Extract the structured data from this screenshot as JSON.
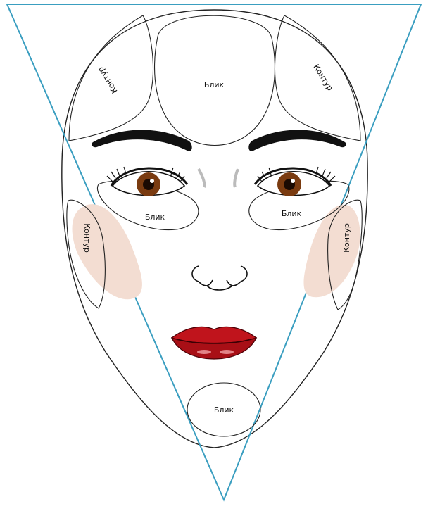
{
  "labels": {
    "forehead_center": "Блик",
    "forehead_left": "Контур",
    "forehead_right": "Контур",
    "under_eye_left": "Блик",
    "under_eye_right": "Блик",
    "cheek_left": "Контур",
    "cheek_right": "Контур",
    "chin": "Блик"
  },
  "colors": {
    "triangle": "#3a9ec0",
    "outline": "#222222",
    "blush": "#f3ddd2",
    "lips": "#c0141c",
    "iris": "#7a3b10"
  }
}
